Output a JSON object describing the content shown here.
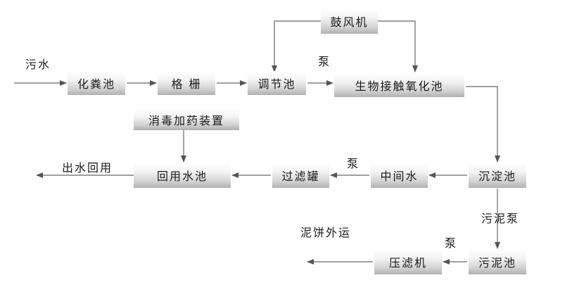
{
  "nodes": {
    "blower": "鼓风机",
    "septic_tank": "化粪池",
    "grille": "格 栅",
    "regulating_tank": "调节池",
    "bio_contact_oxidation_tank": "生物接触氧化池",
    "disinfection_dosing": "消毒加药装置",
    "reuse_tank": "回用水池",
    "filter_tank": "过滤罐",
    "intermediate_water": "中间水",
    "sedimentation_tank": "沉淀池",
    "sludge_tank": "污泥池",
    "filter_press": "压滤机"
  },
  "labels": {
    "sewage": "污水",
    "pump_1": "泵",
    "pump_2": "泵",
    "pump_3": "泵",
    "sludge_pump": "污泥泵",
    "effluent_reuse": "出水回用",
    "cake_transport": "泥饼外运"
  }
}
